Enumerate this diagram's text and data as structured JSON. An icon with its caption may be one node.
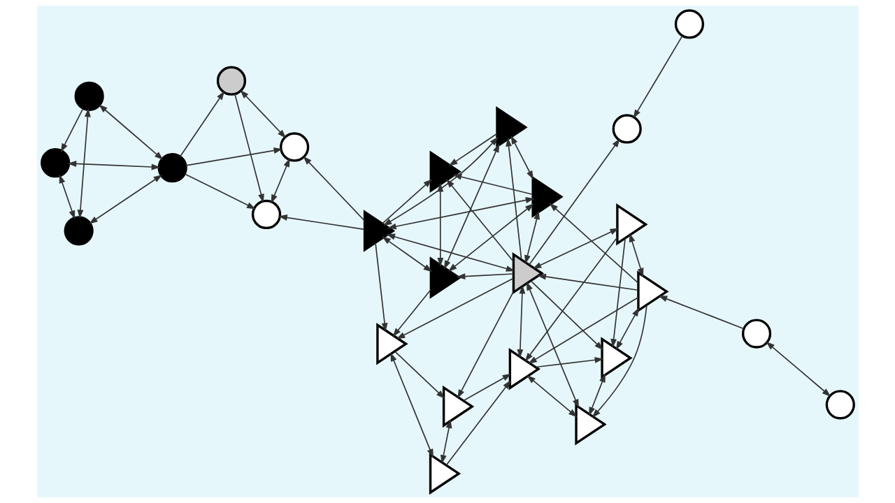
{
  "diagram": {
    "nodes": [
      {
        "text": [],
        "shape": "circle"
      },
      {
        "text": [],
        "shape": "circle"
      },
      {
        "text": [],
        "shape": "circle"
      },
      {
        "text": [],
        "shape": "circle"
      },
      {
        "text": [],
        "shape": "circle"
      },
      {
        "text": [],
        "shape": "circle"
      },
      {
        "text": [],
        "shape": "circle"
      },
      {
        "text": [],
        "shape": "triangle"
      },
      {
        "text": [],
        "shape": "triangle"
      },
      {
        "text": [],
        "shape": "triangle"
      },
      {
        "text": [],
        "shape": "triangle"
      },
      {
        "text": [],
        "shape": "triangle"
      },
      {
        "text": [],
        "shape": "triangle"
      },
      {
        "text": [],
        "shape": "triangle"
      },
      {
        "text": [],
        "shape": "triangle"
      },
      {
        "text": [],
        "shape": "triangle"
      },
      {
        "text": [],
        "shape": "triangle"
      },
      {
        "text": [],
        "shape": "triangle"
      },
      {
        "text": [],
        "shape": "triangle"
      },
      {
        "text": [],
        "shape": "circle"
      },
      {
        "text": [],
        "shape": "triangle"
      },
      {
        "text": [],
        "shape": "triangle"
      },
      {
        "text": [],
        "shape": "circle"
      },
      {
        "text": [],
        "shape": "circle"
      },
      {
        "text": [],
        "shape": "circle"
      }
    ],
    "edges": [
      {
        "from": 1,
        "to": 0,
        "arrow": "both"
      },
      {
        "from": 1,
        "to": 3,
        "arrow": "both"
      },
      {
        "from": 2,
        "to": 1,
        "arrow": "to"
      },
      {
        "from": 0,
        "to": 2,
        "arrow": "both"
      },
      {
        "from": 3,
        "to": 2,
        "arrow": "both"
      },
      {
        "from": 0,
        "to": 3,
        "arrow": "both"
      },
      {
        "from": 3,
        "to": 4,
        "arrow": "to"
      },
      {
        "from": 3,
        "to": 6,
        "arrow": "to"
      },
      {
        "from": 3,
        "to": 5,
        "arrow": "to"
      },
      {
        "from": 4,
        "to": 6,
        "arrow": "both"
      },
      {
        "from": 4,
        "to": 5,
        "arrow": "to"
      },
      {
        "from": 6,
        "to": 5,
        "arrow": "both"
      },
      {
        "from": 7,
        "to": 6,
        "arrow": "to"
      },
      {
        "from": 7,
        "to": 5,
        "arrow": "to"
      },
      {
        "from": 9,
        "to": 13,
        "arrow": "to"
      },
      {
        "from": 7,
        "to": 9,
        "arrow": "both"
      },
      {
        "from": 7,
        "to": 13,
        "arrow": "to"
      },
      {
        "from": 9,
        "to": 10,
        "arrow": "both"
      },
      {
        "from": 9,
        "to": 15,
        "arrow": "both"
      },
      {
        "from": 15,
        "to": 7,
        "arrow": "both"
      },
      {
        "from": 14,
        "to": 9,
        "arrow": "to"
      },
      {
        "from": 7,
        "to": 14,
        "arrow": "both"
      },
      {
        "from": 13,
        "to": 10,
        "arrow": "both"
      },
      {
        "from": 14,
        "to": 13,
        "arrow": "to"
      },
      {
        "from": 15,
        "to": 13,
        "arrow": "to"
      },
      {
        "from": 15,
        "to": 10,
        "arrow": "both"
      },
      {
        "from": 15,
        "to": 14,
        "arrow": "both"
      },
      {
        "from": 14,
        "to": 10,
        "arrow": "to"
      },
      {
        "from": 7,
        "to": 10,
        "arrow": "both"
      },
      {
        "from": 7,
        "to": 8,
        "arrow": "to"
      },
      {
        "from": 14,
        "to": 19,
        "arrow": "to"
      },
      {
        "from": 20,
        "to": 15,
        "arrow": "to"
      },
      {
        "from": 20,
        "to": 14,
        "arrow": "to"
      },
      {
        "from": 14,
        "to": 17,
        "arrow": "both"
      },
      {
        "from": 20,
        "to": 17,
        "arrow": "both"
      },
      {
        "from": 20,
        "to": 21,
        "arrow": "both"
      },
      {
        "from": 20,
        "to": 16,
        "arrow": "to"
      },
      {
        "from": 20,
        "to": 18,
        "arrow": "to"
      },
      {
        "from": 17,
        "to": 16,
        "arrow": "to"
      },
      {
        "from": 14,
        "to": 21,
        "arrow": "to"
      },
      {
        "from": 17,
        "to": 21,
        "arrow": "to"
      },
      {
        "from": 16,
        "to": 21,
        "arrow": "to"
      },
      {
        "from": 14,
        "to": 16,
        "arrow": "both"
      },
      {
        "from": 14,
        "to": 18,
        "arrow": "both"
      },
      {
        "from": 10,
        "to": 8,
        "arrow": "to"
      },
      {
        "from": 14,
        "to": 8,
        "arrow": "to"
      },
      {
        "from": 14,
        "to": 11,
        "arrow": "to"
      },
      {
        "from": 8,
        "to": 11,
        "arrow": "to"
      },
      {
        "from": 11,
        "to": 16,
        "arrow": "to"
      },
      {
        "from": 8,
        "to": 12,
        "arrow": "both"
      },
      {
        "from": 11,
        "to": 12,
        "arrow": "both"
      },
      {
        "from": 12,
        "to": 16,
        "arrow": "to"
      },
      {
        "from": 16,
        "to": 18,
        "arrow": "both"
      },
      {
        "from": 21,
        "to": 18,
        "arrow": "both"
      },
      {
        "from": 22,
        "to": 19,
        "arrow": "to"
      },
      {
        "from": 23,
        "to": 20,
        "arrow": "to"
      },
      {
        "from": 23,
        "to": 24,
        "arrow": "both"
      }
    ]
  }
}
